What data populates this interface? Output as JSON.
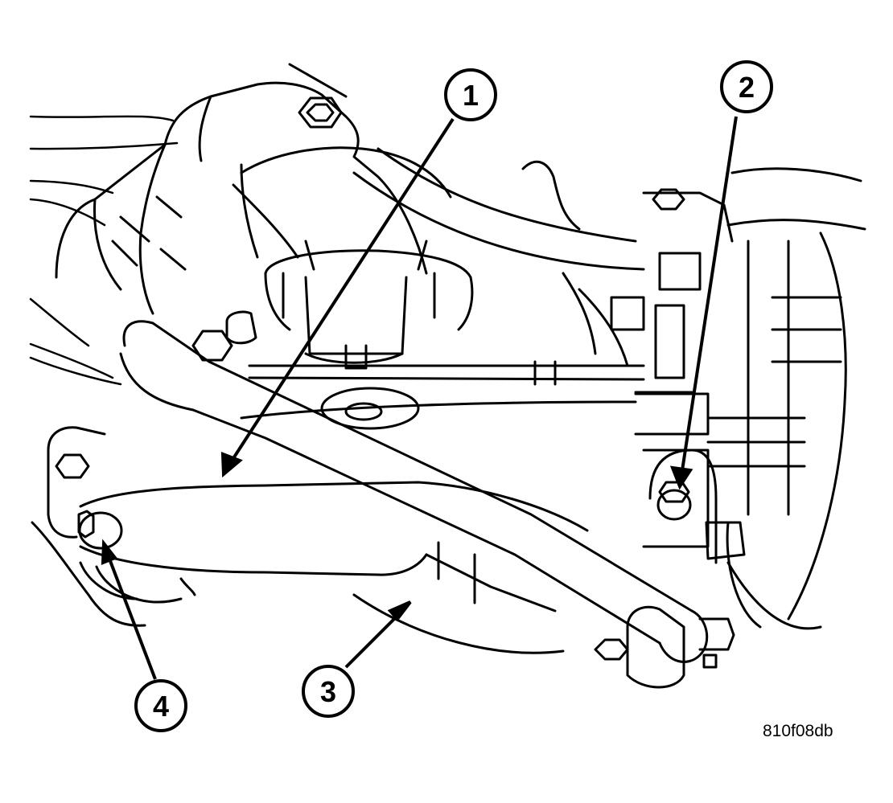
{
  "callouts": [
    {
      "id": "callout-1",
      "label": "1"
    },
    {
      "id": "callout-2",
      "label": "2"
    },
    {
      "id": "callout-3",
      "label": "3"
    },
    {
      "id": "callout-4",
      "label": "4"
    }
  ],
  "figure_id": "810f08db",
  "colors": {
    "ink": "#000000",
    "paper": "#ffffff"
  }
}
